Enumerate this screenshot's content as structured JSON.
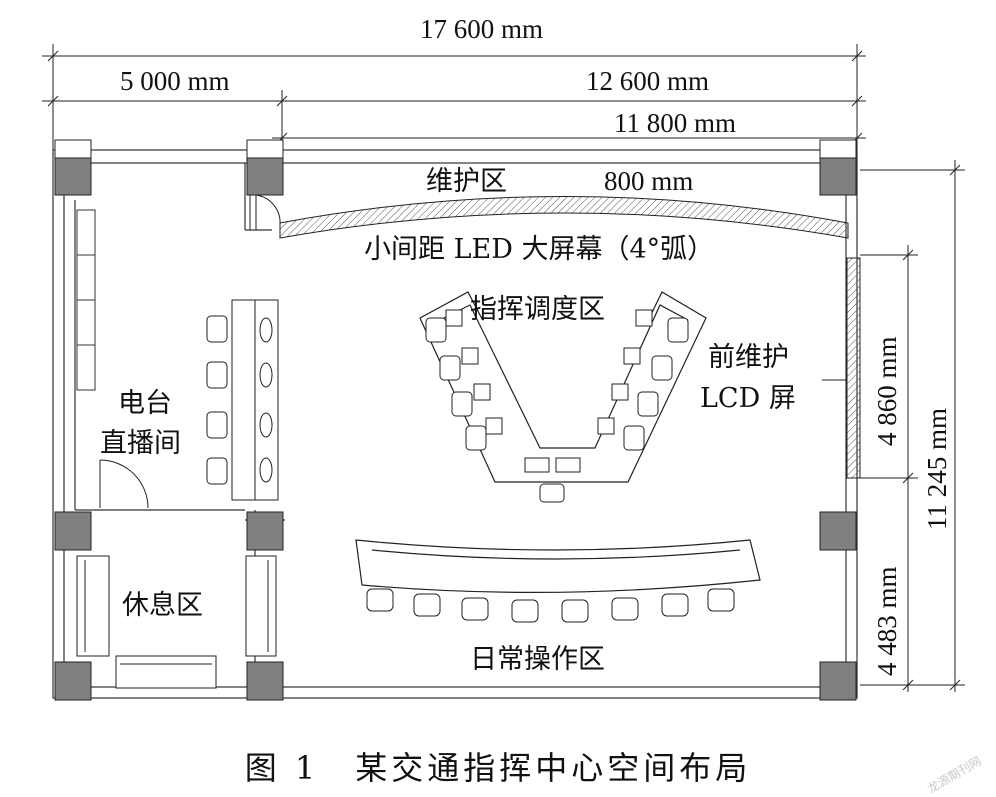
{
  "dimensions": {
    "total_width": "17 600 mm",
    "left_width": "5 000 mm",
    "right_width": "12 600 mm",
    "screen_width": "11 800 mm",
    "maintenance_depth": "800 mm",
    "upper_height": "4 860 mm",
    "total_height": "11 245 mm",
    "lower_height": "4 483 mm"
  },
  "zones": {
    "maintenance": "维护区",
    "led_screen": "小间距 LED 大屏幕（4°弧）",
    "dispatch": "指挥调度区",
    "front_maintenance_line1": "前维护",
    "front_maintenance_line2": "LCD 屏",
    "radio_line1": "电台",
    "radio_line2": "直播间",
    "rest": "休息区",
    "daily_ops": "日常操作区"
  },
  "caption": "图 1　某交通指挥中心空间布局",
  "watermark": "龙源期刊网"
}
